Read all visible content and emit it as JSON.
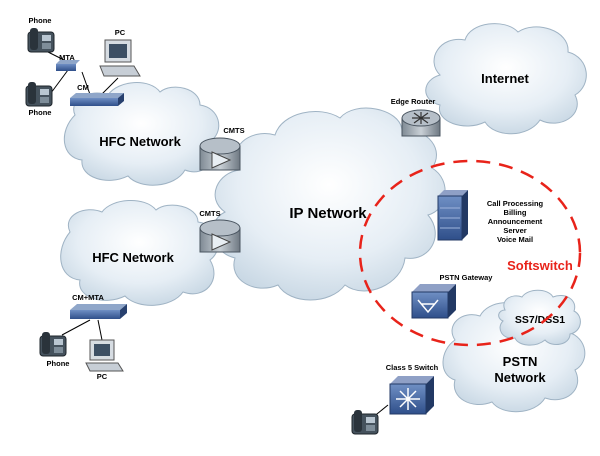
{
  "clouds": {
    "hfc_top": "HFC Network",
    "hfc_bottom": "HFC Network",
    "ip": "IP Network",
    "internet": "Internet",
    "pstn_line1": "PSTN",
    "pstn_line2": "Network",
    "ss7": "SS7/DSS1"
  },
  "softswitch": "Softswitch",
  "devices": {
    "phone_top": "Phone",
    "mta": "MTA",
    "phone_mid": "Phone",
    "cm": "CM",
    "pc_top": "PC",
    "cmts_top": "CMTS",
    "cmts_bottom": "CMTS",
    "edge_router": "Edge Router",
    "server_lines": [
      "Call Processing",
      "Billing",
      "Announcement",
      "Server",
      "Voice Mail"
    ],
    "pstn_gateway": "PSTN Gateway",
    "class5": "Class 5 Switch",
    "cm_mta": "CM+MTA",
    "phone_bottom": "Phone",
    "pc_bottom": "PC"
  },
  "colors": {
    "cloud_fill": "#dde9f2",
    "cloud_stroke": "#8aa3b8",
    "device_blue": "#3b5e9e",
    "softswitch_red": "#e8231a"
  }
}
